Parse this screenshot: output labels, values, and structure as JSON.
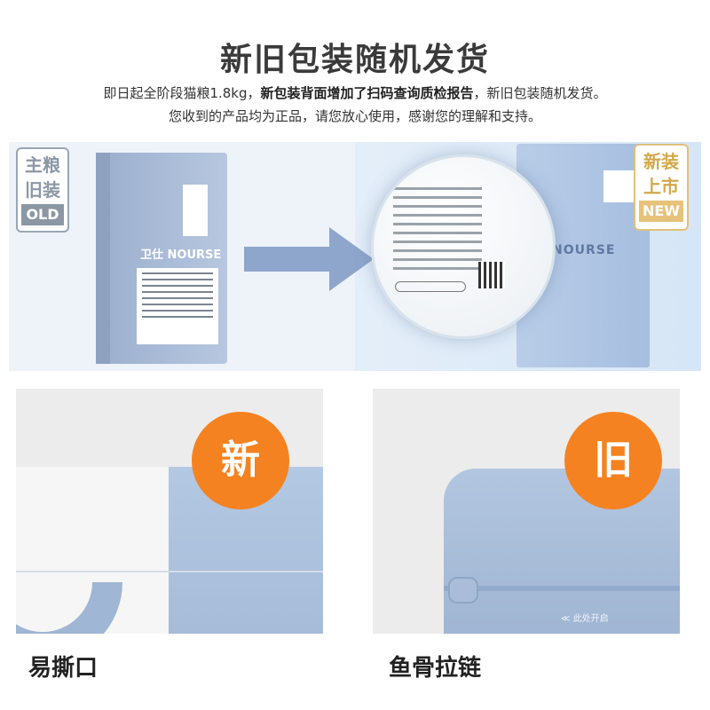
{
  "header": {
    "title": "新旧包装随机发货",
    "line1_a": "即日起全阶段猫粮1.8kg，",
    "line1_b": "新包装背面增加了扫码查询质检报告",
    "line1_c": "，新旧包装随机发货。",
    "line2": "您收到的产品均为正品，请您放心使用，感谢您的理解和支持。"
  },
  "old_tag": {
    "line1": "主粮",
    "line2": "旧装",
    "line3": "OLD"
  },
  "new_tag": {
    "line1": "新装",
    "line2": "上市",
    "line3": "NEW"
  },
  "old_bag": {
    "logo": "卫仕 NOURSE"
  },
  "new_bag": {
    "brand": "NOURSE"
  },
  "panels": {
    "left_badge": "新",
    "right_badge": "旧",
    "zip_hint": "≪ 此处开启",
    "left_caption": "易撕口",
    "right_caption": "鱼骨拉链"
  },
  "colors": {
    "badge": "#f58220",
    "bag_blue": "#a6bedf"
  }
}
